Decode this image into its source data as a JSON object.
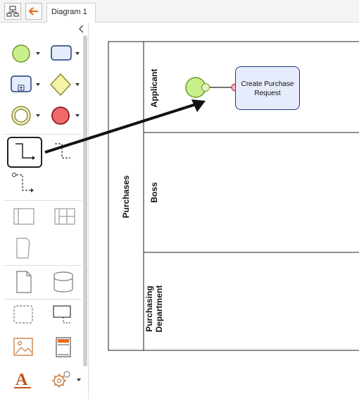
{
  "window": {
    "tab_title": "Diagram 1"
  },
  "icons": {
    "structure": "structure-icon",
    "back": "back-arrow-icon",
    "collapse": "chevron-left-icon"
  },
  "colors": {
    "start_event_fill": "#c8f08a",
    "task_fill": "#e6ecfb",
    "task_border": "#1d3b7a",
    "end_event_fill": "#f06a6a",
    "gateway_fill": "#f7f3a6",
    "accent_back": "#e06c1a"
  },
  "diagram": {
    "pool": {
      "label": "Purchases"
    },
    "lanes": [
      {
        "label": "Applicant"
      },
      {
        "label": "Boss"
      },
      {
        "label": "Purchasing Department"
      }
    ],
    "task": {
      "label_line1": "Create Purchase",
      "label_line2": "Request"
    }
  },
  "palette": {
    "tools": [
      "start-event",
      "task",
      "subprocess",
      "gateway",
      "intermediate-event",
      "end-event",
      "sequence-flow",
      "message-flow",
      "association",
      "pool-horizontal",
      "pool-grid",
      "data-object",
      "document",
      "data-store",
      "group",
      "annotation",
      "image",
      "page",
      "text",
      "settings"
    ]
  }
}
